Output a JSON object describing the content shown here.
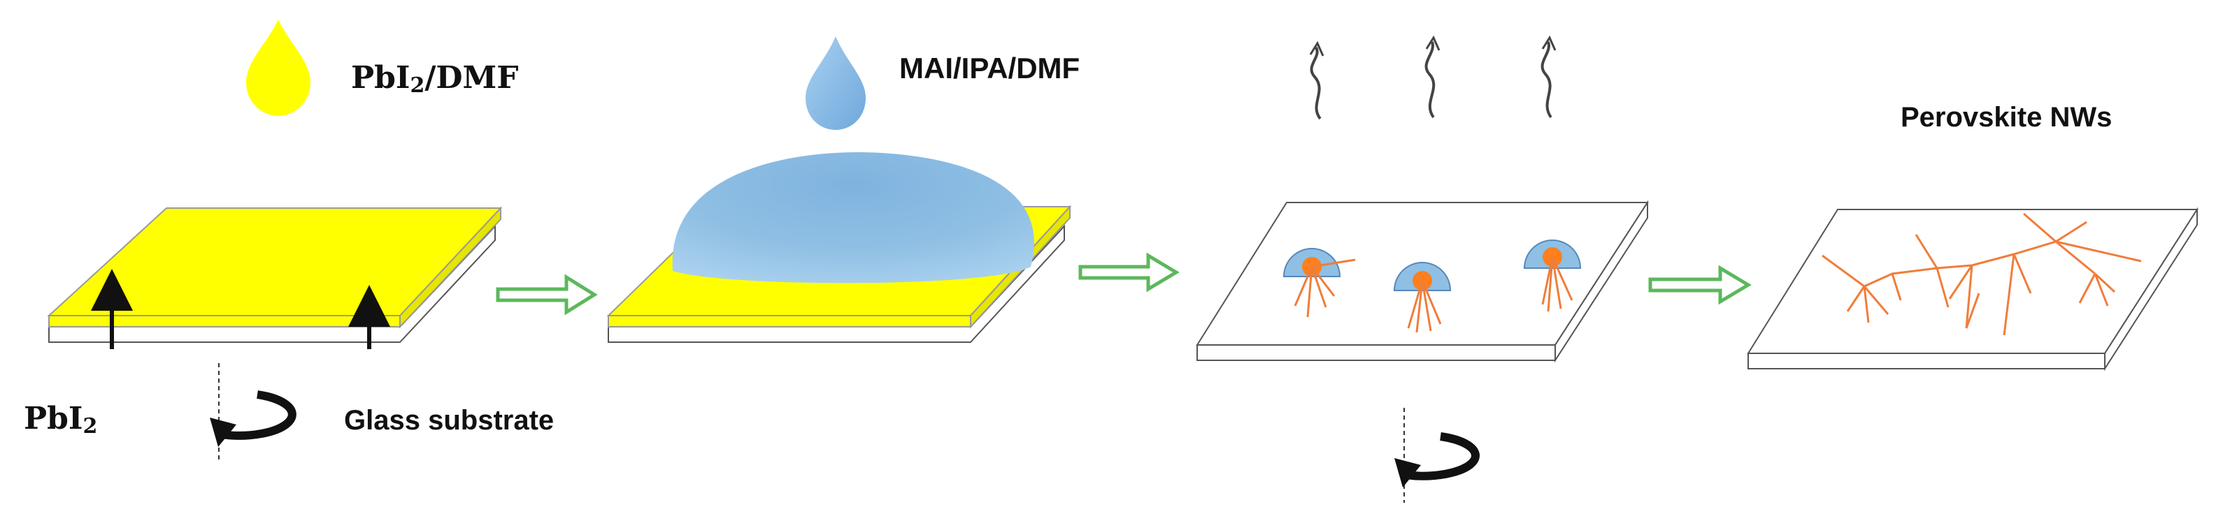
{
  "labels": {
    "pbi2_dmf": {
      "main": "PbI",
      "sub": "2",
      "rest": "/DMF"
    },
    "mai_ipa_dmf": "MAI/IPA/DMF",
    "perovskite_nws": "Perovskite NWs",
    "pbi2": {
      "main": "PbI",
      "sub": "2"
    },
    "glass_substrate": "Glass substrate"
  },
  "colors": {
    "pbi2_yellow": "#ffff00",
    "mai_drop_blue": "#8fbfe3",
    "process_arrow_green": "#5cb85c",
    "nanowire_orange": "#f07d3a",
    "seed_orange": "#ff7f1e",
    "substrate_white": "#ffffff",
    "outline_gray": "#555555"
  },
  "icons": [
    "rotation-icon",
    "evaporation-icon",
    "drop-icon",
    "process-arrow-icon"
  ]
}
